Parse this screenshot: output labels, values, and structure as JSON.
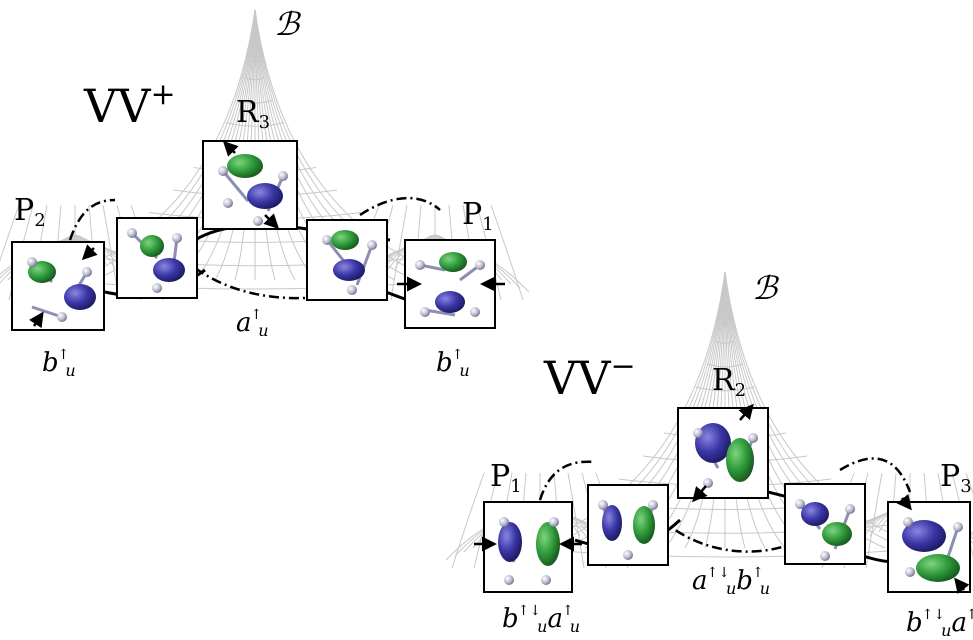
{
  "panels": [
    {
      "id": "plus",
      "charge_label": "VV",
      "charge_sign": "+",
      "barrier_label": "ℬ",
      "structures": [
        {
          "name": "P",
          "index": "2",
          "state": [
            {
              "base": "b",
              "sub": "u",
              "sup": "↑"
            }
          ]
        },
        {
          "name": "R",
          "index": "3",
          "state": [
            {
              "base": "a",
              "sub": "u",
              "sup": "↑"
            }
          ]
        },
        {
          "name": "P",
          "index": "1",
          "state": [
            {
              "base": "b",
              "sub": "u",
              "sup": "↑"
            }
          ]
        }
      ]
    },
    {
      "id": "minus",
      "charge_label": "VV",
      "charge_sign": "−",
      "barrier_label": "ℬ",
      "structures": [
        {
          "name": "P",
          "index": "1",
          "state": [
            {
              "base": "b",
              "sub": "u",
              "sup": "↑↓"
            },
            {
              "base": "a",
              "sub": "u",
              "sup": "↑"
            }
          ]
        },
        {
          "name": "R",
          "index": "2",
          "state": [
            {
              "base": "a",
              "sub": "u",
              "sup": "↑↓"
            },
            {
              "base": "b",
              "sub": "u",
              "sup": "↑"
            }
          ]
        },
        {
          "name": "P",
          "index": "3",
          "state": [
            {
              "base": "b",
              "sub": "u",
              "sup": "↑↓"
            },
            {
              "base": "a",
              "sub": "u",
              "sup": "↑"
            }
          ]
        }
      ]
    }
  ],
  "colors": {
    "surface_mesh": "#c8c8c8",
    "orbital_green": "#2e9a3a",
    "orbital_blue": "#3a36a6",
    "atom": "#b9b9cf",
    "bond": "#8d8fb0",
    "path": "#000000"
  }
}
